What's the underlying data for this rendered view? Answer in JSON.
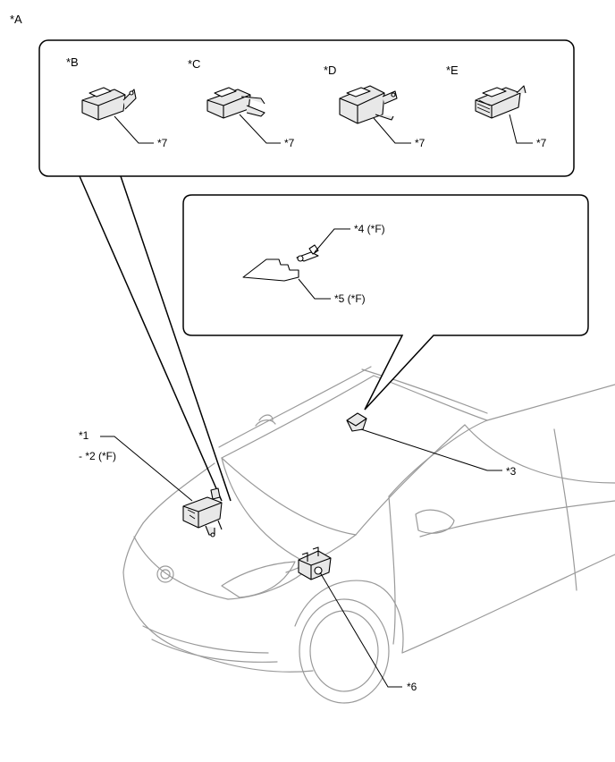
{
  "labels": {
    "a": "*A",
    "b": "*B",
    "c": "*C",
    "d": "*D",
    "e": "*E",
    "b7": "*7",
    "c7": "*7",
    "d7": "*7",
    "e7": "*7",
    "n4": "*4 (*F)",
    "n5": "*5 (*F)",
    "n1": "*1",
    "n2": "- *2 (*F)",
    "n3": "*3",
    "n6": "*6"
  },
  "colors": {
    "line": "#000000",
    "car_outline": "#9a9a9a",
    "part_fill": "#e8e8e8"
  }
}
